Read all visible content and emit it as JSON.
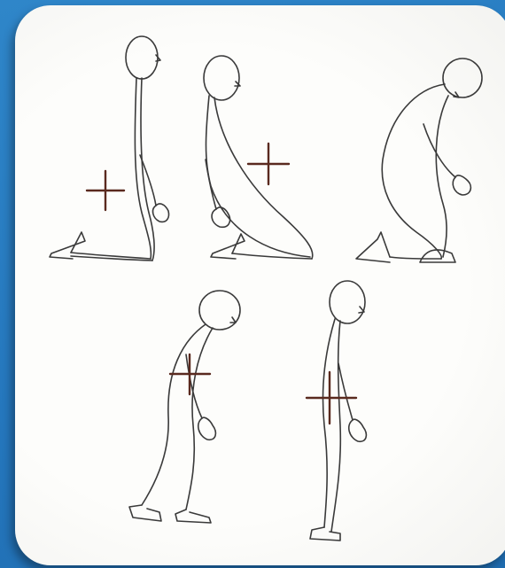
{
  "image": {
    "background_color": "#2577bd",
    "card_color": "#fdfdfb",
    "figure_color": "#3a3a3a",
    "cross_color": "#5a2a1f"
  },
  "figures": [
    {
      "pose": "kneeling-upright",
      "marker": "cross"
    },
    {
      "pose": "kneeling-leaning-forward",
      "marker": "cross"
    },
    {
      "pose": "kneeling-bowed",
      "marker": "none"
    },
    {
      "pose": "standing-bent-forward",
      "marker": "cross"
    },
    {
      "pose": "standing-upright",
      "marker": "cross"
    }
  ]
}
